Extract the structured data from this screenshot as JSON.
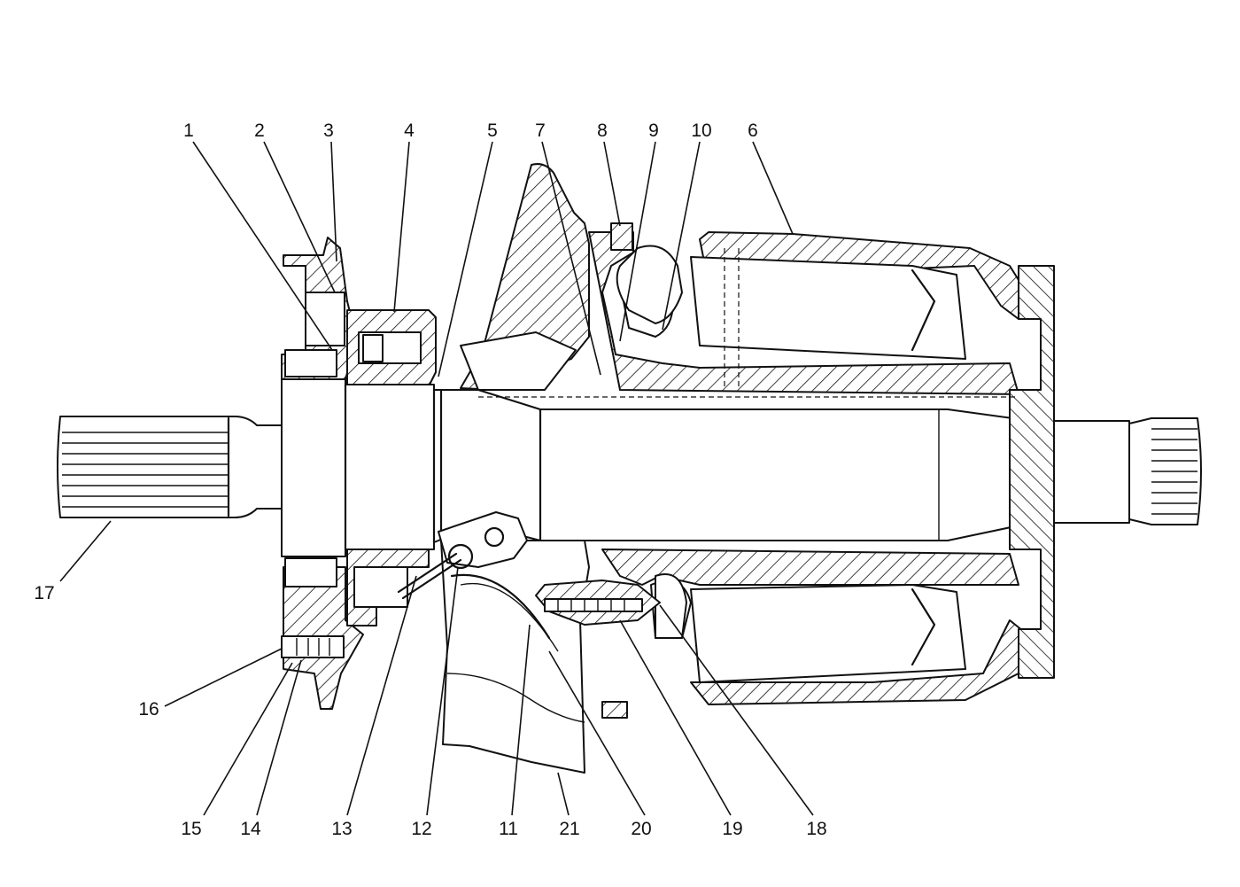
{
  "callouts": [
    {
      "id": "c1",
      "label": "1"
    },
    {
      "id": "c2",
      "label": "2"
    },
    {
      "id": "c3",
      "label": "3"
    },
    {
      "id": "c4",
      "label": "4"
    },
    {
      "id": "c5",
      "label": "5"
    },
    {
      "id": "c7",
      "label": "7"
    },
    {
      "id": "c8",
      "label": "8"
    },
    {
      "id": "c9",
      "label": "9"
    },
    {
      "id": "c10",
      "label": "10"
    },
    {
      "id": "c6",
      "label": "6"
    },
    {
      "id": "c17",
      "label": "17"
    },
    {
      "id": "c16",
      "label": "16"
    },
    {
      "id": "c15",
      "label": "15"
    },
    {
      "id": "c14",
      "label": "14"
    },
    {
      "id": "c13",
      "label": "13"
    },
    {
      "id": "c12",
      "label": "12"
    },
    {
      "id": "c11",
      "label": "11"
    },
    {
      "id": "c21",
      "label": "21"
    },
    {
      "id": "c20",
      "label": "20"
    },
    {
      "id": "c19",
      "label": "19"
    },
    {
      "id": "c18",
      "label": "18"
    }
  ]
}
